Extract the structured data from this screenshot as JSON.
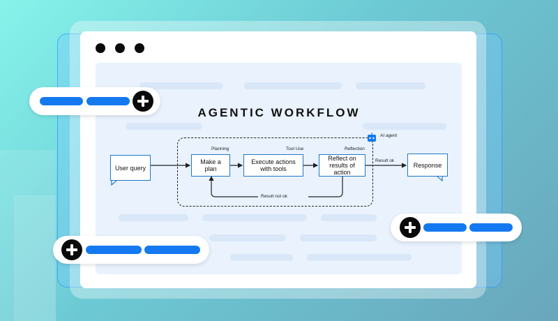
{
  "title": "AGENTIC WORKFLOW",
  "badge_label": "AI agent",
  "nodes": {
    "user_query": "User query",
    "make_plan": "Make a plan",
    "execute": "Execute actions with tools",
    "reflect": "Reflect on results of action",
    "response": "Response"
  },
  "stage_labels": {
    "planning": "Planning",
    "tool_use": "Tool Use",
    "reflection": "Reflection"
  },
  "edge_labels": {
    "result_ok": "Result ok",
    "result_not_ok": "Result not ok"
  },
  "colors": {
    "accent": "#1479f0",
    "node_border": "#1f78c8",
    "background_top": "#86f3ea",
    "background_bottom": "#6aa6bc"
  },
  "icons": [
    "plus-icon",
    "robot-icon"
  ]
}
